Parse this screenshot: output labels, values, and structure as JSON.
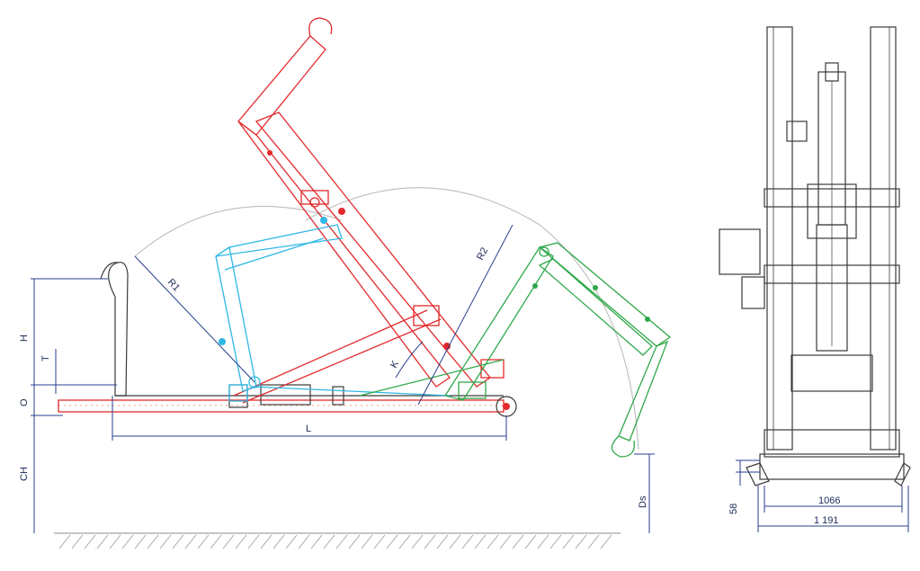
{
  "side_view": {
    "dimension_labels": {
      "H": "H",
      "T": "T",
      "O": "O",
      "CH": "CH",
      "L": "L",
      "R1": "R1",
      "R2": "R2",
      "K": "K",
      "Ds": "Ds"
    },
    "colors": {
      "dimension": "#2a3f8f",
      "frame": "#e2292b",
      "arm_red": "#e2292b",
      "arm_cyan": "#2fb7e6",
      "arm_green": "#2fa84a",
      "arc": "#b8b8b8",
      "outline": "#3a3a3a"
    }
  },
  "rear_view": {
    "dim_inner_width": "1066",
    "dim_outer_width": "1 191",
    "dim_height_small": "58"
  }
}
